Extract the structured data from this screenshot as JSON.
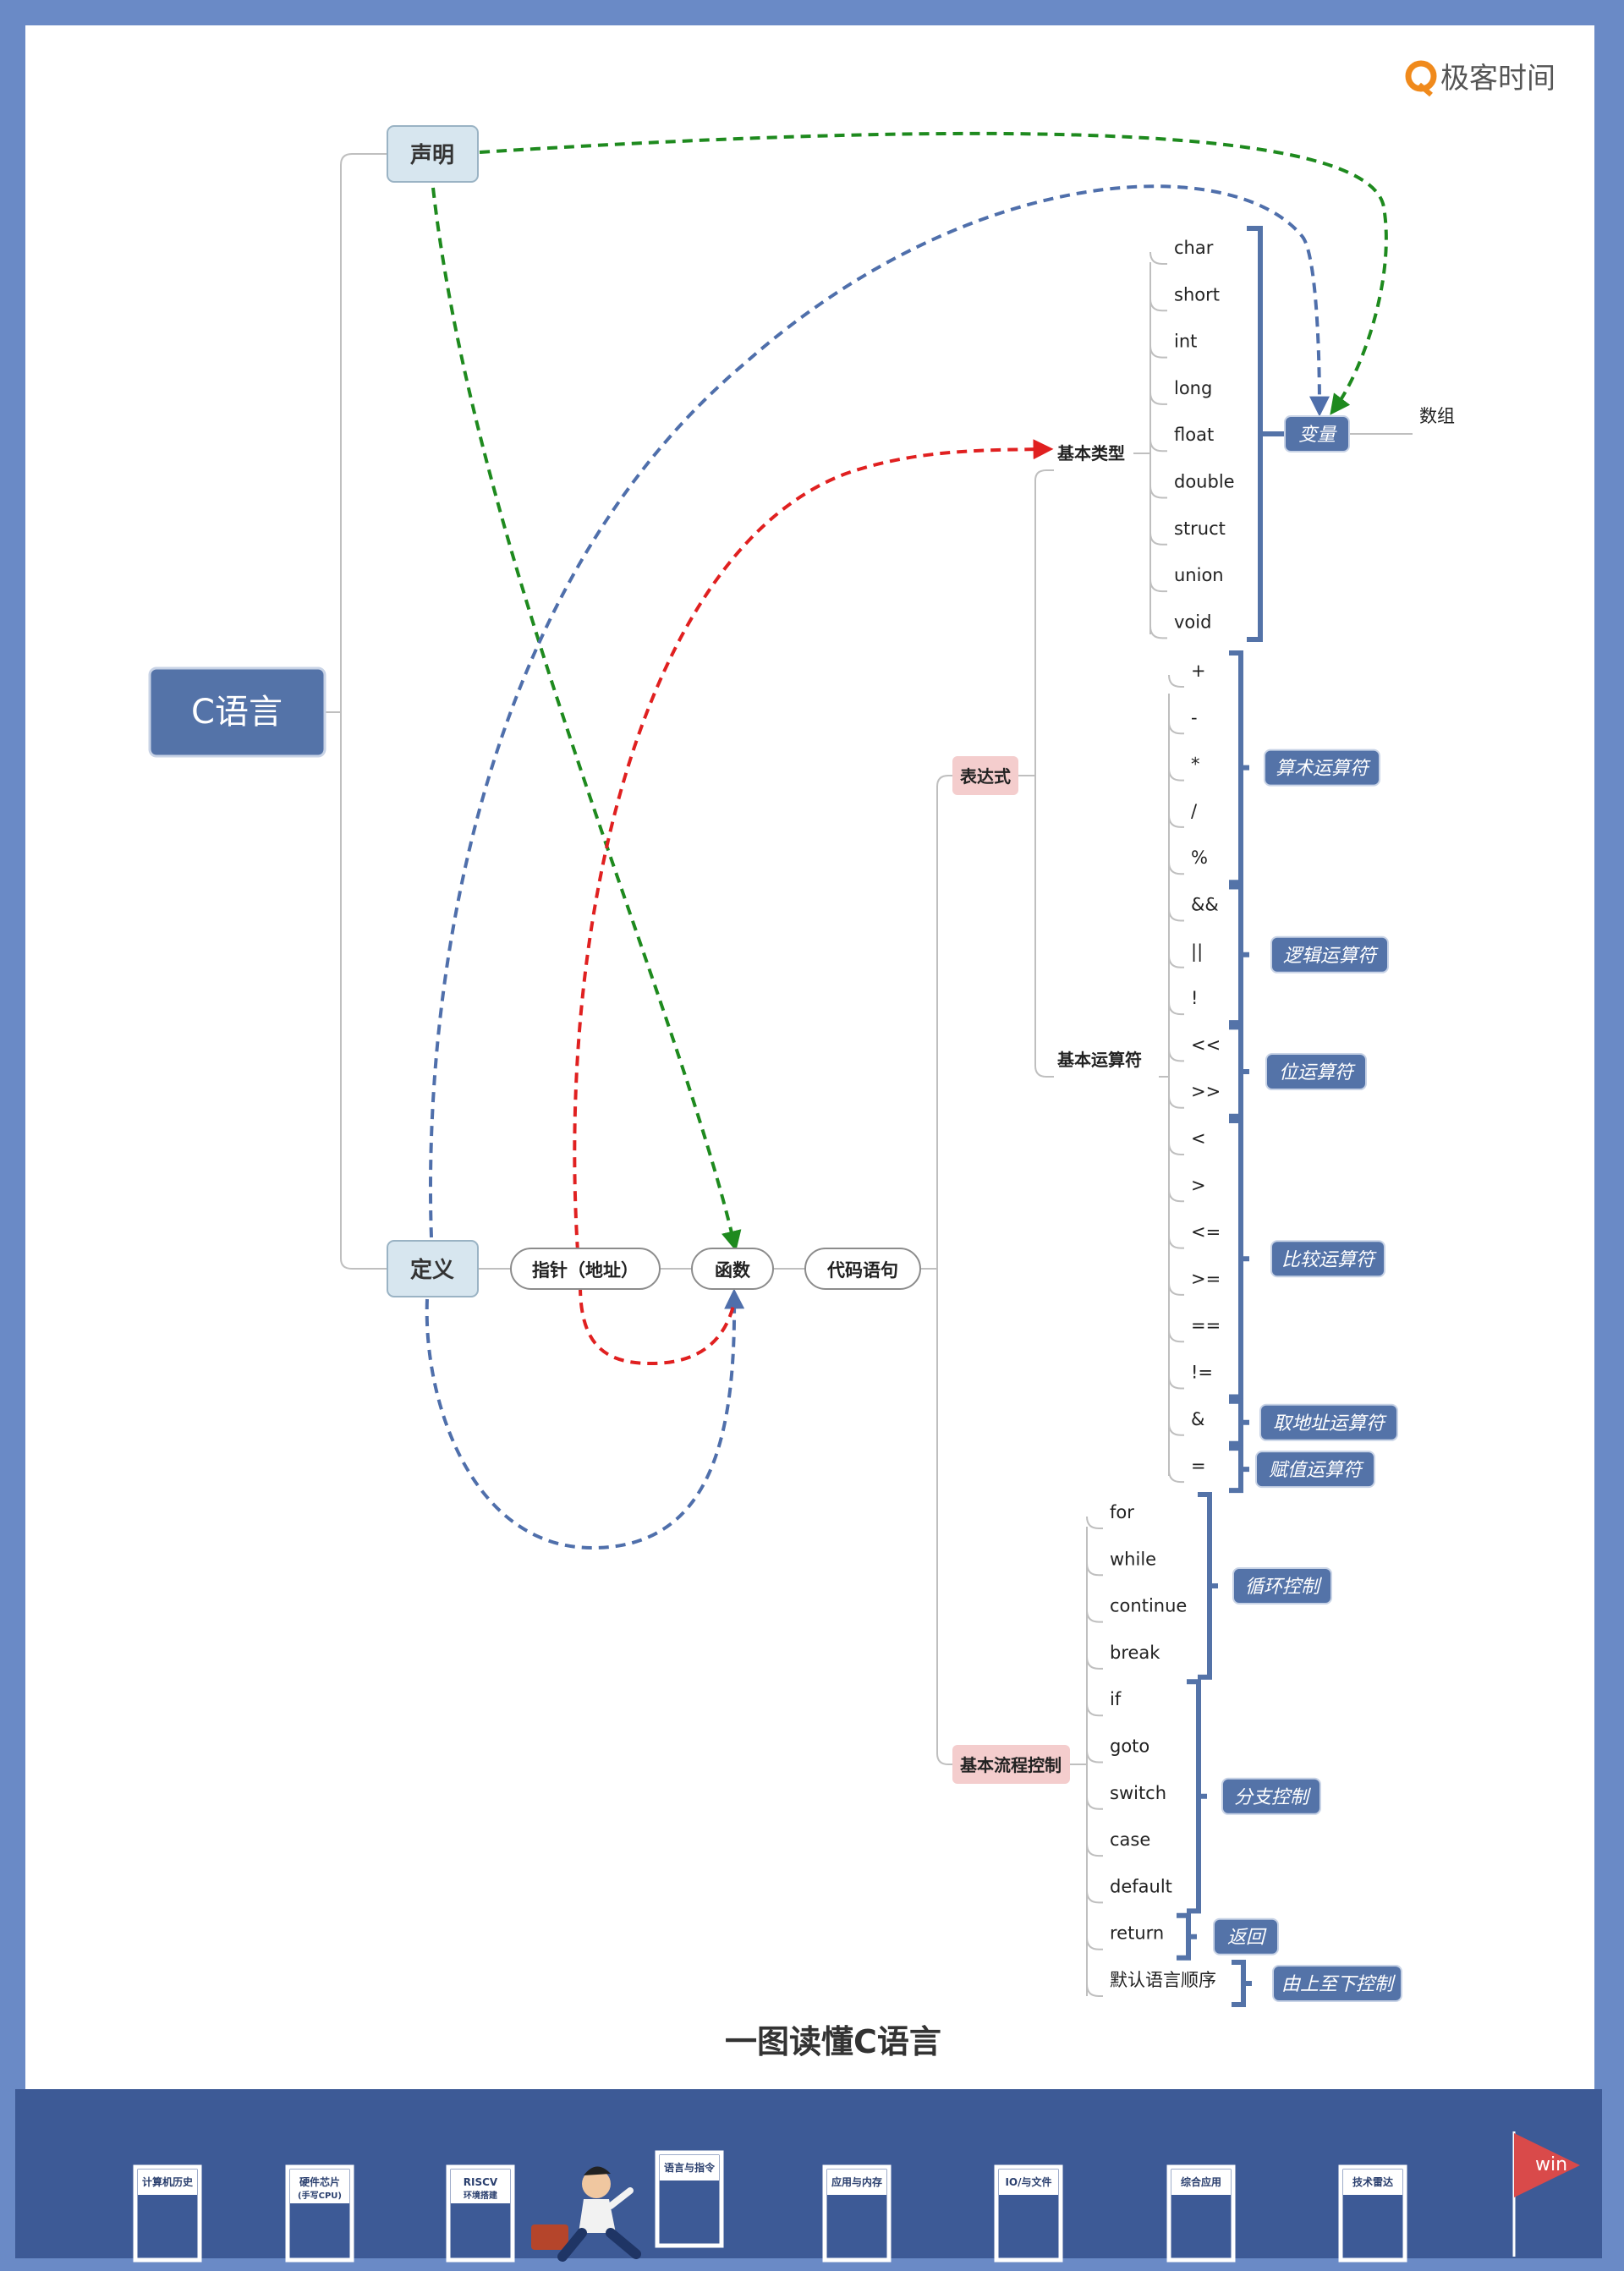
{
  "brand": {
    "name": "极客时间"
  },
  "colors": {
    "frame": "#6a8ac6",
    "root": "#5473a8",
    "tag": "#5473a8",
    "light_node": "#d7e6ef",
    "pink_node": "#f4cdcd",
    "green_arrow": "#1e8a1e",
    "blue_arrow": "#4f6fab",
    "red_arrow": "#e02020",
    "road": "#3d5a96"
  },
  "mindmap": {
    "root": "C语言",
    "declare": "声明",
    "define": "定义",
    "pointer": "指针（地址）",
    "function": "函数",
    "code_statement": "代码语句",
    "expression": "表达式",
    "basic_types": "基本类型",
    "basic_operators": "基本运算符",
    "flow_control": "基本流程控制",
    "variable": "变量",
    "array": "数组",
    "types": [
      "char",
      "short",
      "int",
      "long",
      "float",
      "double",
      "struct",
      "union",
      "void"
    ],
    "operator_groups": [
      {
        "label": "算术运算符",
        "items": [
          "+",
          "-",
          "*",
          "/",
          "%"
        ]
      },
      {
        "label": "逻辑运算符",
        "items": [
          "&&",
          "||",
          "!"
        ]
      },
      {
        "label": "位运算符",
        "items": [
          "<<",
          ">>"
        ]
      },
      {
        "label": "比较运算符",
        "items": [
          "<",
          ">",
          "<=",
          ">=",
          "==",
          "!="
        ]
      },
      {
        "label": "取地址运算符",
        "items": [
          "&"
        ]
      },
      {
        "label": "赋值运算符",
        "items": [
          "="
        ]
      }
    ],
    "flow_groups": [
      {
        "label": "循环控制",
        "items": [
          "for",
          "while",
          "continue",
          "break"
        ]
      },
      {
        "label": "分支控制",
        "items": [
          "if",
          "goto",
          "switch",
          "case",
          "default"
        ]
      },
      {
        "label": "返回",
        "items": [
          "return"
        ]
      },
      {
        "label": "由上至下控制",
        "items": [
          "默认语言顺序"
        ]
      }
    ]
  },
  "caption": "一图读懂C语言",
  "roadmap": {
    "stops": [
      "计算机历史",
      "硬件芯片",
      "(手写CPU)",
      "RISCV",
      "环境搭建",
      "语言与指令",
      "应用与内存",
      "IO/与文件",
      "综合应用",
      "技术雷达"
    ],
    "flag": "win"
  }
}
